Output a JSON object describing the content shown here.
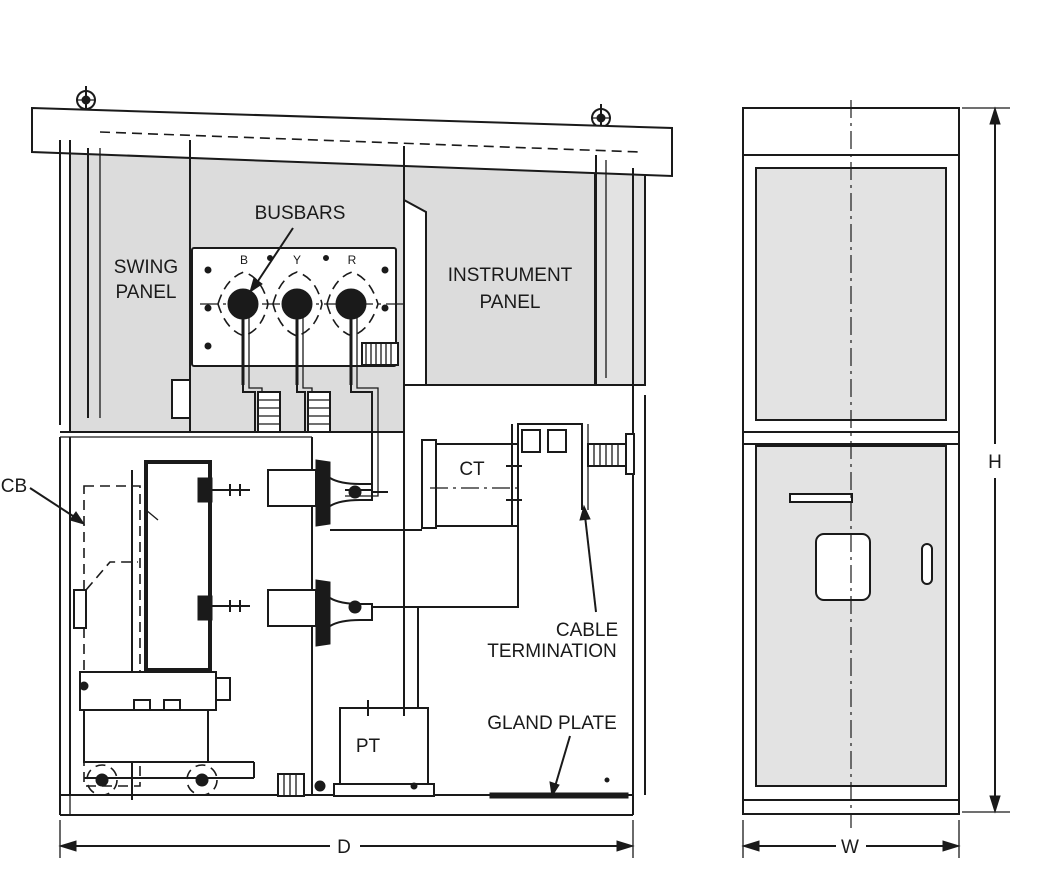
{
  "labels": {
    "busbars": "BUSBARS",
    "phase_b": "B",
    "phase_y": "Y",
    "phase_r": "R",
    "swing_panel_1": "SWING",
    "swing_panel_2": "PANEL",
    "instrument_panel_1": "INSTRUMENT",
    "instrument_panel_2": "PANEL",
    "ct": "CT",
    "cb": "CB",
    "pt": "PT",
    "cable_termination_1": "CABLE",
    "cable_termination_2": "TERMINATION",
    "gland_plate": "GLAND PLATE"
  },
  "dimensions": {
    "depth": "D",
    "width": "W",
    "height": "H"
  },
  "colors": {
    "line": "#1a1a1a",
    "panel_fill": "#dcdcdc",
    "background": "#ffffff"
  }
}
